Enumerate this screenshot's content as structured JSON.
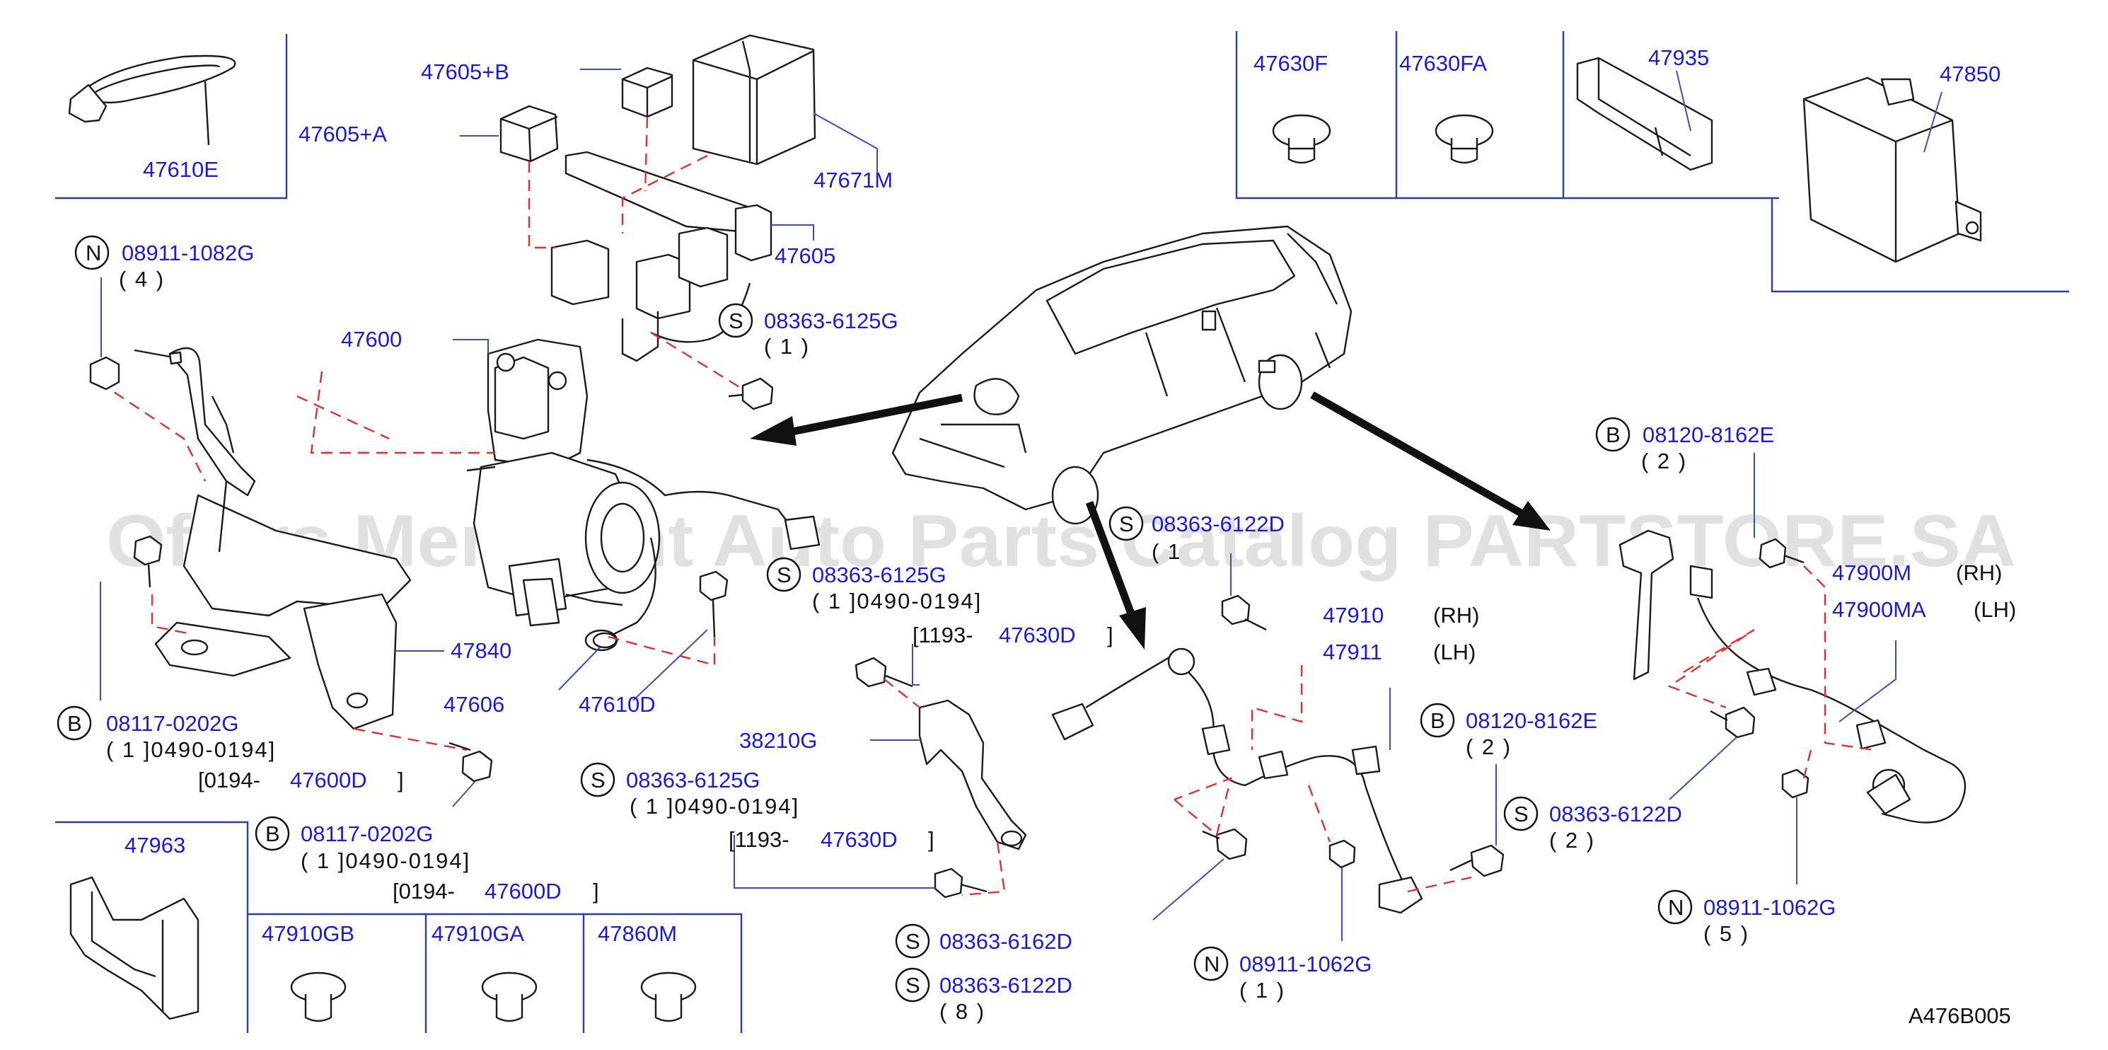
{
  "watermark": "Offers Merchant Auto Parts Catalog PARTSTORE.SA",
  "figure_code": "A476B005",
  "fastener_circle_letters": {
    "n": "N",
    "s": "S",
    "b": "B"
  },
  "labels": {
    "p47610E": "47610E",
    "p47605A": "47605+A",
    "p47605B": "47605+B",
    "p47671M": "47671M",
    "p47605": "47605",
    "p47600": "47600",
    "p47840": "47840",
    "p47606": "47606",
    "p47610D": "47610D",
    "p47963": "47963",
    "p47910GB": "47910GB",
    "p47910GA": "47910GA",
    "p47860M": "47860M",
    "p38210G": "38210G",
    "p47630F": "47630F",
    "p47630FA": "47630FA",
    "p47935": "47935",
    "p47850": "47850",
    "p47910": "47910",
    "p47911": "47911",
    "p47900M": "47900M",
    "p47900MA": "47900MA"
  },
  "sides": {
    "rh": "(RH)",
    "lh": "(LH)"
  },
  "fasteners": {
    "n_08911_1082G": {
      "pn": "08911-1082G",
      "qty": "( 4 )"
    },
    "s_08363_6125G_top": {
      "pn": "08363-6125G",
      "qty": "( 1 )"
    },
    "s_08363_6125G_mid": {
      "pn": "08363-6125G",
      "qty": "( 1 ]0490-0194]",
      "alt_range": "[1193-",
      "alt_pn": "47630D",
      "alt_end": "]"
    },
    "b_08117_0202G_a": {
      "pn": "08117-0202G",
      "qty": "( 1 ]0490-0194]",
      "alt_range": "[0194-",
      "alt_pn": "47600D",
      "alt_end": "]"
    },
    "b_08117_0202G_b": {
      "pn": "08117-0202G",
      "qty": "( 1 ]0490-0194]",
      "alt_range": "[0194-",
      "alt_pn": "47600D",
      "alt_end": "]"
    },
    "s_08363_6125G_low": {
      "pn": "08363-6125G",
      "qty": "( 1 ]0490-0194]",
      "alt_range": "[1193-",
      "alt_pn": "47630D",
      "alt_end": "]"
    },
    "s_08363_6122D_partial": {
      "pn": "08363-6122D",
      "qty": "( 1"
    },
    "s_08363_6162D": {
      "pn": "08363-6162D"
    },
    "s_08363_6122D_bottom": {
      "pn": "08363-6122D",
      "qty": "( 8 )"
    },
    "n_08911_1062G_mid": {
      "pn": "08911-1062G",
      "qty": "( 1 )"
    },
    "b_08120_8162E_mid": {
      "pn": "08120-8162E",
      "qty": "( 2 )"
    },
    "s_08363_6122D_right": {
      "pn": "08363-6122D",
      "qty": "( 2 )"
    },
    "b_08120_8162E_right": {
      "pn": "08120-8162E",
      "qty": "( 2 )"
    },
    "n_08911_1062G_right": {
      "pn": "08911-1062G",
      "qty": "( 5 )"
    }
  }
}
